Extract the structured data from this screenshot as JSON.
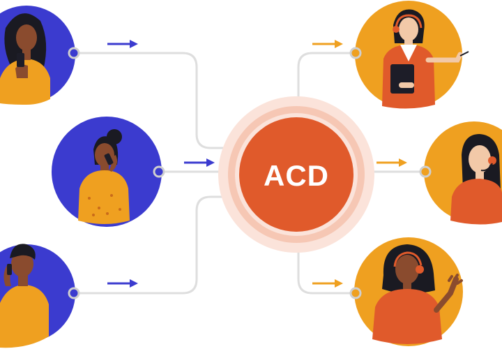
{
  "hub": {
    "label": "ACD"
  },
  "colors": {
    "caller_circle": "#3b3bcf",
    "agent_circle": "#efa020",
    "hub": "#e05a2b",
    "hub_ring_outer": "#fbe3da",
    "hub_ring_inner": "#f6c7b4",
    "connector": "#dedede",
    "caller_arrow": "#3b3bcf",
    "agent_arrow": "#efa020",
    "node": "#cfcfcf"
  },
  "callers": [
    {
      "name": "caller-woman-phone",
      "icon": "woman-with-smartphone"
    },
    {
      "name": "caller-woman-call",
      "icon": "woman-on-phone-call"
    },
    {
      "name": "caller-man-call",
      "icon": "man-on-phone-call"
    }
  ],
  "agents": [
    {
      "name": "agent-presenter",
      "icon": "agent-with-headset-and-tablet"
    },
    {
      "name": "agent-headset",
      "icon": "agent-with-headset"
    },
    {
      "name": "agent-waving",
      "icon": "agent-with-headset-waving"
    }
  ]
}
